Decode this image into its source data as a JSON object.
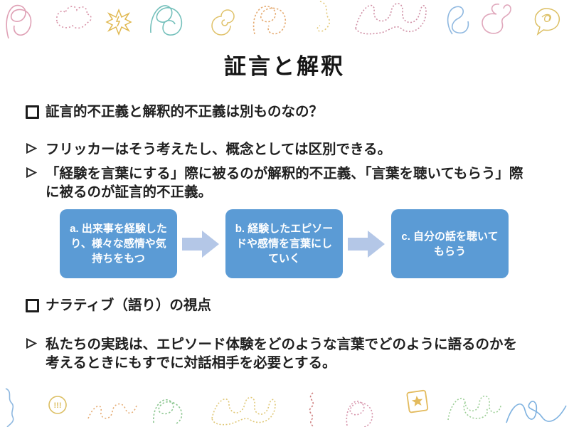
{
  "slide": {
    "title": "証言と解釈"
  },
  "content": {
    "bullets": [
      {
        "marker": "square-bullet-icon",
        "text": "証言的不正義と解釈的不正義は別ものなの？"
      },
      {
        "marker": "arrow-bullet-icon",
        "text": "フリッカーはそう考えたし、概念としては区別できる。"
      },
      {
        "marker": "arrow-bullet-icon",
        "text": "「経験を言葉にする」際に被るのが解釈的不正義、「言葉を聴いてもらう」際\nに被るのが証言的不正義。"
      },
      {
        "marker": "square-bullet-icon",
        "text": "ナラティブ（語り）の視点"
      },
      {
        "marker": "arrow-bullet-icon",
        "text": "私たちの実践は、エピソード体験をどのような言葉でどのように語るのかを\n考えるときにもすでに対話相手を必要とする。"
      }
    ]
  },
  "flow": {
    "boxes": [
      {
        "id": "a",
        "text": "a. 出来事を経験した\nり、様々な感情や気\n持ちをもつ"
      },
      {
        "id": "b",
        "text": "b. 経験したエピソー\nドや感情を言葉にし\nていく"
      },
      {
        "id": "c",
        "text": "c. 自分の話を聴いて\nもらう"
      }
    ],
    "colors": {
      "box_fill": "#5B9BD5",
      "box_text": "#FFFFFF",
      "arrow_fill": "#B4C7E7"
    }
  },
  "decorations": {
    "exclamation_badge": "!!!",
    "palette": [
      "#dfa0b5",
      "#d893a8",
      "#e0b84f",
      "#74c0bb",
      "#e0c26a",
      "#e5ab72",
      "#d08fa5",
      "#8fb8e0",
      "#e0a8bc",
      "#8cc690",
      "#cf8080",
      "#7fb2e0"
    ],
    "top_border": [
      "pink-tangle",
      "pink-dotted-cloud",
      "yellow-starburst",
      "teal-tangle",
      "yellow-spiral",
      "orange-tangle",
      "yellow-dotted-hook",
      "rose-dotted-tangle",
      "blue-curl",
      "pink-loop",
      "yellow-speech-blob"
    ],
    "bottom_border": [
      "blue-squiggle",
      "yellow-exclamation-badge",
      "orange-dotted-squiggle",
      "green-tangle",
      "yellow-dotted-tangle",
      "red-squiggle",
      "pink-dotted-tangle",
      "yellow-star-frame",
      "green-dotted-tangle",
      "blue-wave"
    ]
  }
}
